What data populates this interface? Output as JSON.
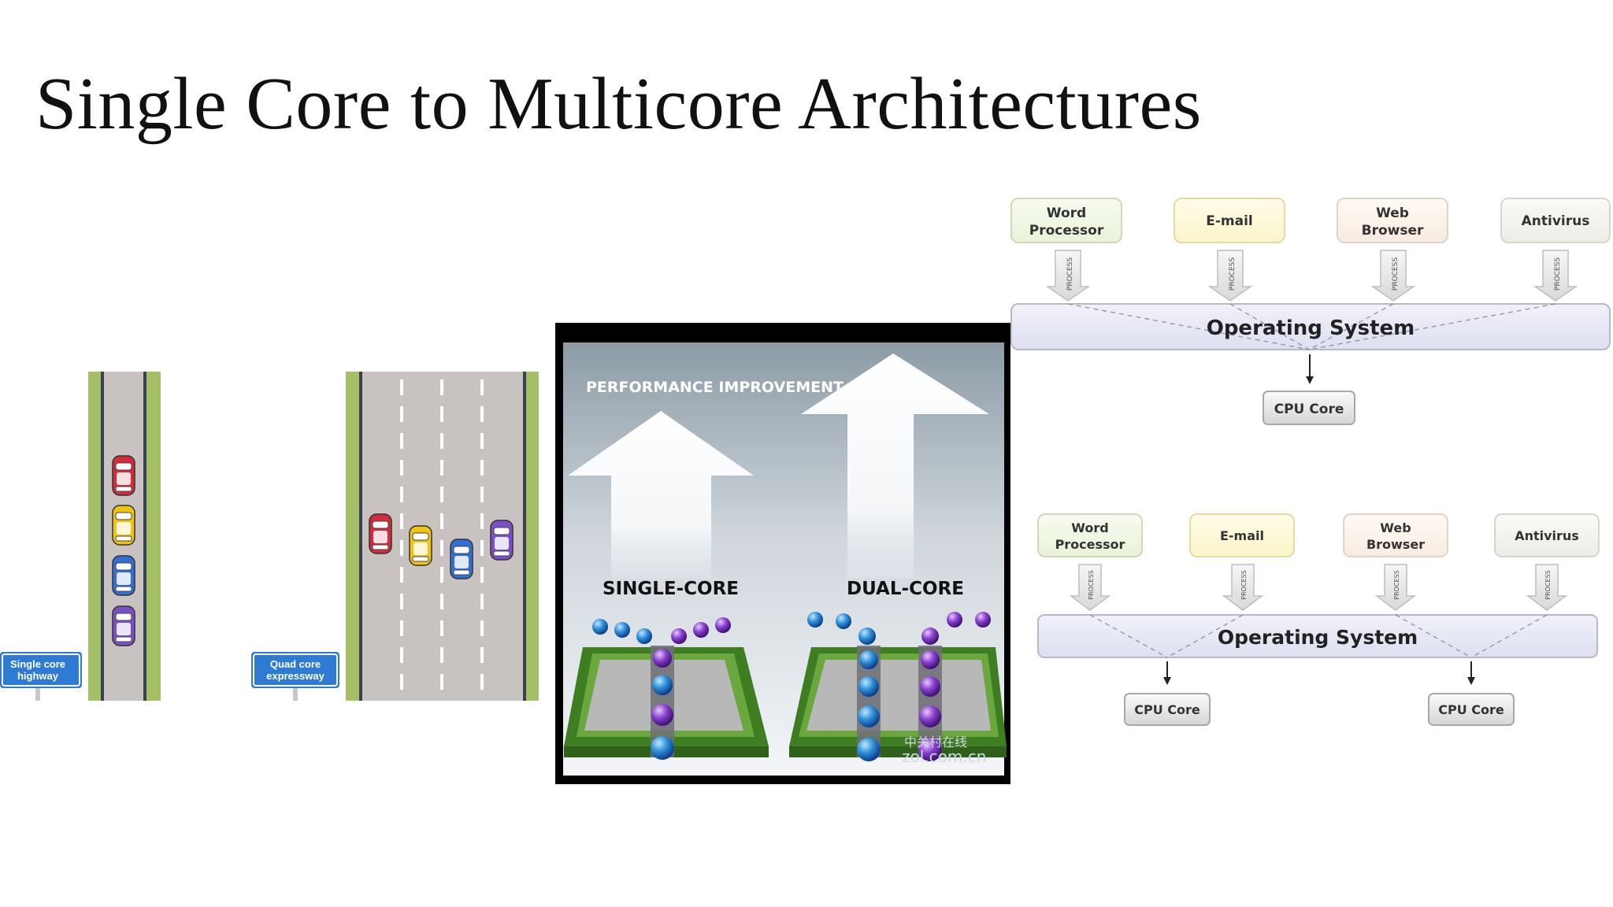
{
  "slide": {
    "title": "Single Core to Multicore Architectures"
  },
  "highway": {
    "single_sign_line1": "Single core",
    "single_sign_line2": "highway",
    "quad_sign_line1": "Quad core",
    "quad_sign_line2": "expressway",
    "single_lane_car_colors": [
      "#d42b3a",
      "#f1c40f",
      "#2f6fd6",
      "#7b4fc9"
    ],
    "quad_lane_car_colors": [
      "#d42b3a",
      "#f1c40f",
      "#2f6fd6",
      "#7b4fc9"
    ],
    "road_color": "#c8c2c0",
    "verge_color": "#a4bf66",
    "sign_color": "#2f7bd3"
  },
  "performance": {
    "heading": "PERFORMANCE IMPROVEMENT",
    "single_label": "SINGLE-CORE",
    "dual_label": "DUAL-CORE",
    "watermark_cn": "中关村在线",
    "watermark_url": "zol.com.cn"
  },
  "os_diagram_single": {
    "apps": [
      "Word Processor",
      "E-mail",
      "Web Browser",
      "Antivirus"
    ],
    "app_lines": [
      [
        "Word",
        "Processor"
      ],
      [
        "E-mail"
      ],
      [
        "Web",
        "Browser"
      ],
      [
        "Antivirus"
      ]
    ],
    "process_label": "PROCESS",
    "os_label": "Operating System",
    "cpu_cores": [
      "CPU Core"
    ]
  },
  "os_diagram_dual": {
    "apps": [
      "Word Processor",
      "E-mail",
      "Web Browser",
      "Antivirus"
    ],
    "app_lines": [
      [
        "Word",
        "Processor"
      ],
      [
        "E-mail"
      ],
      [
        "Web",
        "Browser"
      ],
      [
        "Antivirus"
      ]
    ],
    "process_label": "PROCESS",
    "os_label": "Operating System",
    "cpu_cores": [
      "CPU Core",
      "CPU Core"
    ]
  }
}
